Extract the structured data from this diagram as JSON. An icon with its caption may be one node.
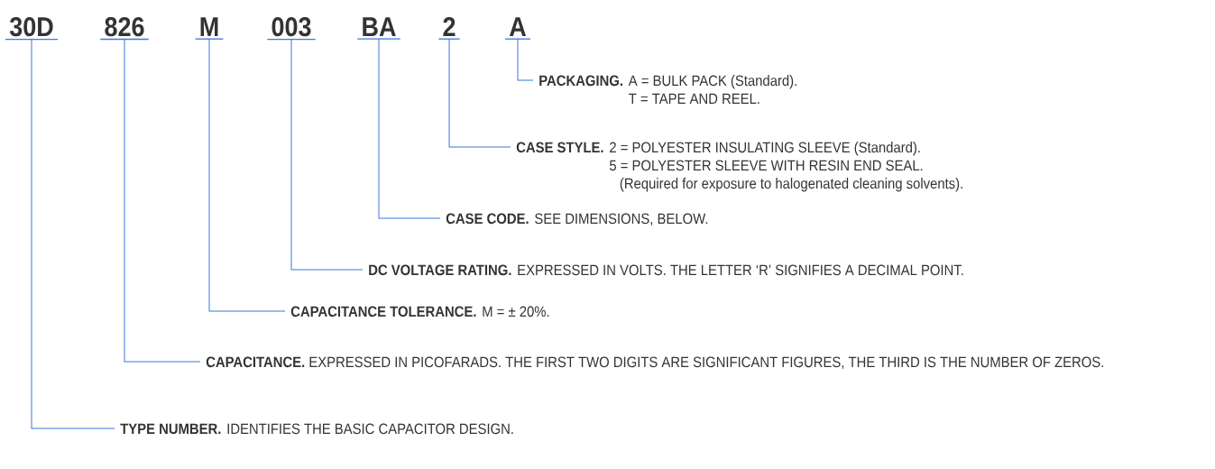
{
  "diagram": {
    "nodes": [
      {
        "text": [
          "30D"
        ]
      },
      {
        "text": [
          "826"
        ]
      },
      {
        "text": [
          "M"
        ]
      },
      {
        "text": [
          "003"
        ]
      },
      {
        "text": [
          "BA"
        ]
      },
      {
        "text": [
          "2"
        ]
      },
      {
        "text": [
          "A"
        ]
      },
      {
        "text": [
          "PACKAGING.",
          "A  =  BULK PACK (Standard).",
          "T  =  TAPE AND REEL."
        ]
      },
      {
        "text": [
          "CASE STYLE.",
          "2  =  POLYESTER INSULATING SLEEVE (Standard).",
          "5  =  POLYESTER SLEEVE WITH RESIN END SEAL.",
          "(Required for exposure to halogenated cleaning solvents)."
        ]
      },
      {
        "text": [
          "CASE CODE.",
          "SEE DIMENSIONS, BELOW."
        ]
      },
      {
        "text": [
          "DC VOLTAGE RATING.",
          "EXPRESSED IN VOLTS. THE LETTER ‘R’ SIGNIFIES A DECIMAL POINT."
        ]
      },
      {
        "text": [
          "CAPACITANCE TOLERANCE.",
          "M  =  ± 20%."
        ]
      },
      {
        "text": [
          "CAPACITANCE.",
          "EXPRESSED IN PICOFARADS. THE FIRST TWO DIGITS ARE SIGNIFICANT FIGURES, THE THIRD IS THE NUMBER OF ZEROS."
        ]
      },
      {
        "text": [
          "TYPE NUMBER.",
          "IDENTIFIES THE BASIC CAPACITOR DESIGN."
        ]
      }
    ],
    "edges": [
      {
        "from": 6,
        "to": 7,
        "arrow": "none"
      },
      {
        "from": 5,
        "to": 8,
        "arrow": "none"
      },
      {
        "from": 4,
        "to": 9,
        "arrow": "none"
      },
      {
        "from": 3,
        "to": 10,
        "arrow": "none"
      },
      {
        "from": 2,
        "to": 11,
        "arrow": "none"
      },
      {
        "from": 1,
        "to": 12,
        "arrow": "none"
      },
      {
        "from": 0,
        "to": 13,
        "arrow": "none"
      }
    ]
  }
}
